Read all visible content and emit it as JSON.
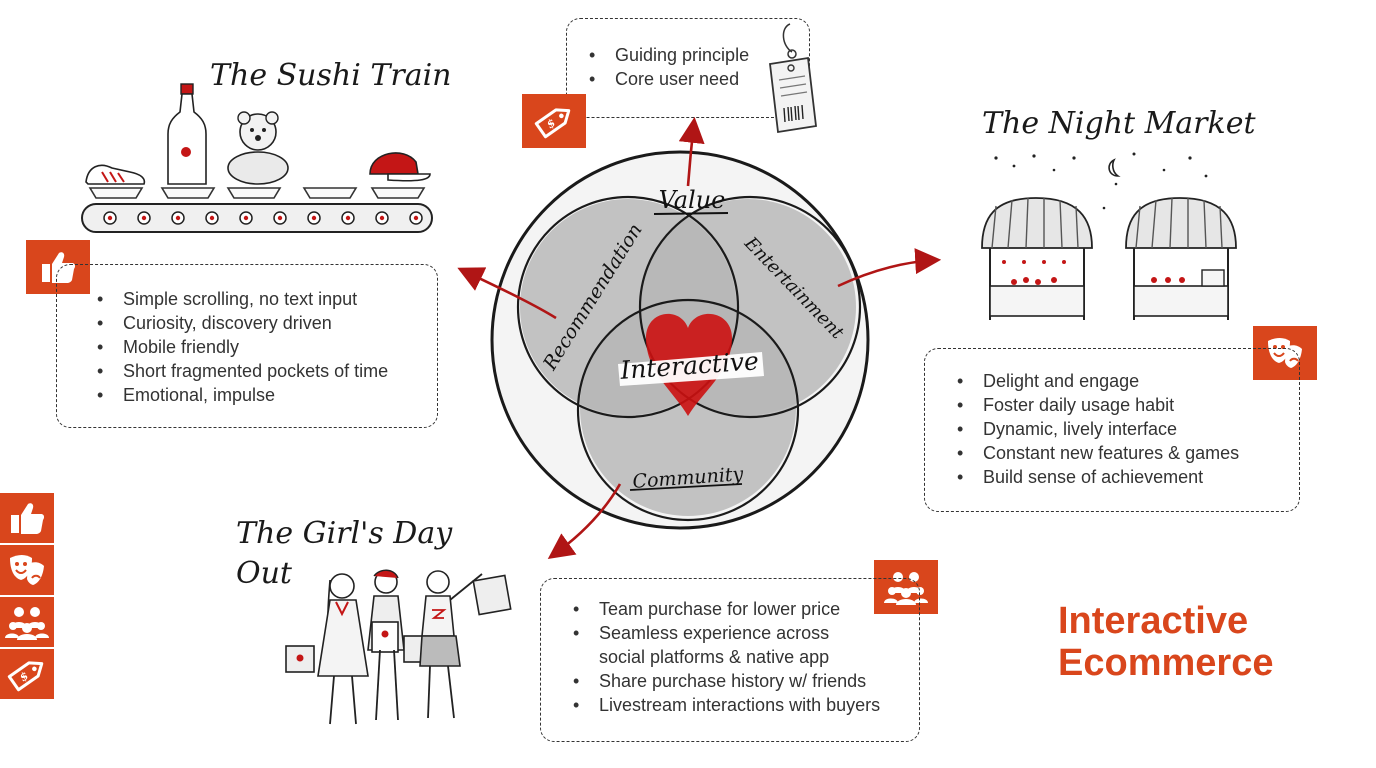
{
  "main_title": {
    "line1": "Interactive",
    "line2": "Ecommerce"
  },
  "colors": {
    "accent": "#d9461c",
    "heart": "#cc1111",
    "shade": "#9a9a9a"
  },
  "center": {
    "outer_label": "Value",
    "circles": [
      "Recommendation",
      "Entertainment",
      "Community"
    ],
    "core": "Interactive"
  },
  "legend_box": {
    "icon": "tag-icon",
    "items": [
      "Guiding principle",
      "Core user need"
    ]
  },
  "sushi_train": {
    "title": "The Sushi Train",
    "icon": "thumbs-up-icon",
    "items": [
      "Simple scrolling, no text input",
      "Curiosity, discovery driven",
      "Mobile friendly",
      "Short fragmented pockets of time",
      "Emotional, impulse"
    ]
  },
  "night_market": {
    "title": "The Night Market",
    "icon": "theater-masks-icon",
    "items": [
      "Delight and engage",
      "Foster daily usage habit",
      "Dynamic, lively interface",
      "Constant new features & games",
      "Build sense of achievement"
    ]
  },
  "girls_day_out": {
    "title_line1": "The Girl's Day",
    "title_line2": "Out",
    "icon": "group-icon",
    "items": [
      "Team purchase for lower price",
      "Seamless experience across",
      "social platforms & native app",
      "Share purchase history w/ friends",
      "Livestream interactions with buyers"
    ]
  },
  "side_icons": [
    "thumbs-up-icon",
    "theater-masks-icon",
    "group-icon",
    "tag-icon"
  ]
}
